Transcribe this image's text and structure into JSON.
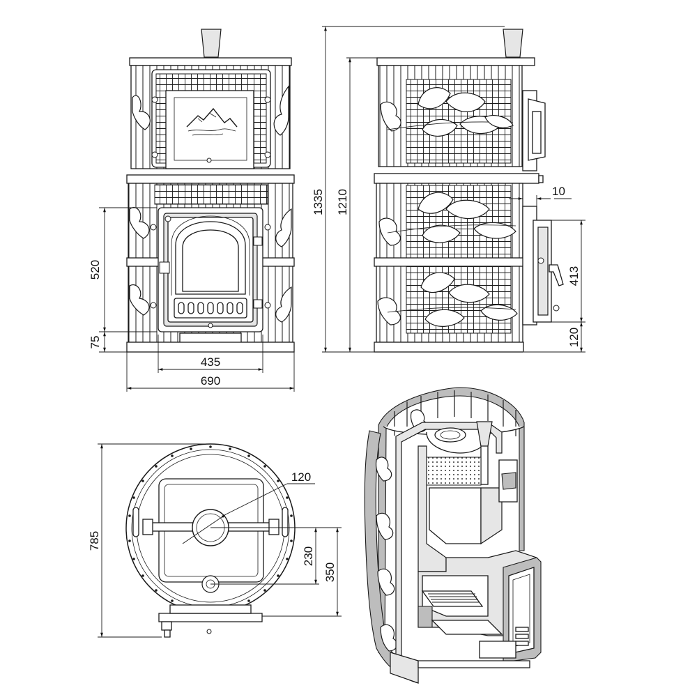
{
  "front_view": {
    "dim_height_door": "520",
    "dim_bottom_offset": "75",
    "dim_door_width": "435",
    "dim_total_width": "690"
  },
  "side_view": {
    "dim_total_height": "1335",
    "dim_body_height": "1210",
    "dim_door_protrusion": "10",
    "dim_door_height": "413",
    "dim_door_bottom": "120"
  },
  "top_view": {
    "dim_diameter": "785",
    "dim_flue_diameter": "120",
    "dim_flue_offset": "230",
    "dim_depth": "350"
  },
  "cutaway_view": {}
}
